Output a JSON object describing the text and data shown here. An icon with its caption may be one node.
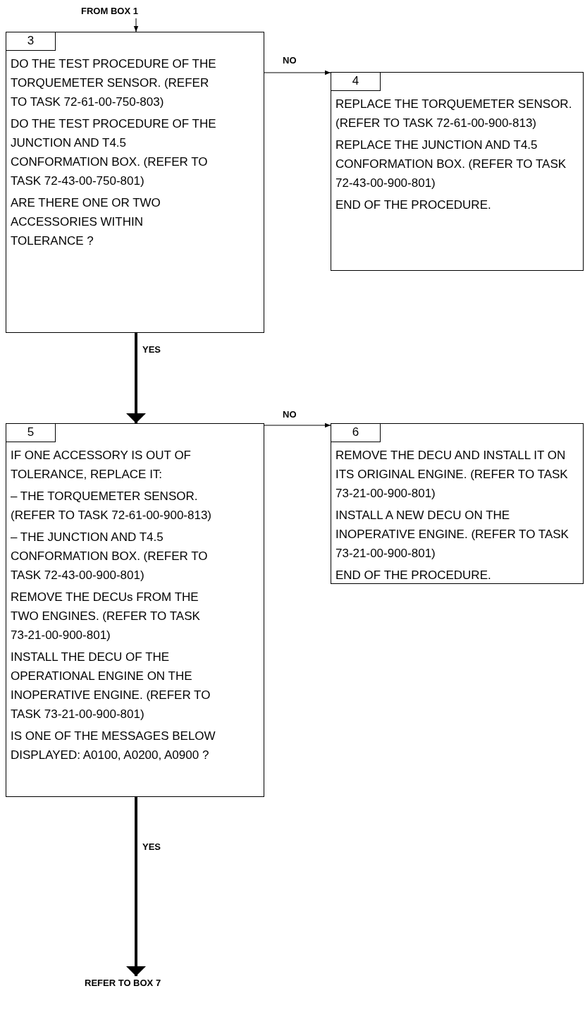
{
  "diagram": {
    "nodes": [
      {
        "text": [
          "FROM BOX 1"
        ]
      },
      {
        "text": [
          "3",
          "DO THE TEST PROCEDURE OF THE TORQUEMETER SENSOR. (REFER TO TASK 72-61-00-750-803)",
          "DO THE TEST PROCEDURE OF THE JUNCTION AND T4.5 CONFORMATION BOX. (REFER TO TASK 72-43-00-750-801)",
          "ARE THERE ONE OR TWO ACCESSORIES WITHIN TOLERANCE ?"
        ]
      },
      {
        "text": [
          "4",
          "REPLACE THE TORQUEMETER SENSOR. (REFER TO TASK 72-61-00-900-813)",
          "REPLACE THE JUNCTION AND T4.5 CONFORMATION BOX. (REFER TO TASK 72-43-00-900-801)",
          "END OF THE PROCEDURE."
        ]
      },
      {
        "text": [
          "5",
          "IF ONE ACCESSORY IS OUT OF TOLERANCE, REPLACE IT:",
          "– THE TORQUEMETER SENSOR. (REFER TO TASK 72-61-00-900-813)",
          "– THE JUNCTION AND T4.5 CONFORMATION BOX. (REFER TO TASK 72-43-00-900-801)",
          "REMOVE THE DECUs FROM THE TWO ENGINES. (REFER TO TASK 73-21-00-900-801)",
          "INSTALL THE DECU OF THE OPERATIONAL ENGINE ON THE INOPERATIVE ENGINE. (REFER TO TASK 73-21-00-900-801)",
          "IS ONE OF THE MESSAGES BELOW DISPLAYED: A0100, A0200, A0900 ?"
        ]
      },
      {
        "text": [
          "6",
          "REMOVE THE DECU AND INSTALL IT ON ITS ORIGINAL ENGINE. (REFER TO TASK 73-21-00-900-801)",
          "INSTALL A NEW DECU ON THE INOPERATIVE ENGINE. (REFER TO TASK 73-21-00-900-801)",
          "END OF THE PROCEDURE."
        ]
      },
      {
        "text": [
          "REFER TO BOX 7"
        ]
      }
    ],
    "edges": [
      {
        "from": 0,
        "to": 1,
        "arrow": "to"
      },
      {
        "from": 1,
        "to": 2,
        "arrow": "to",
        "label": "NO"
      },
      {
        "from": 1,
        "to": 3,
        "arrow": "to",
        "label": "YES",
        "style": "thick"
      },
      {
        "from": 3,
        "to": 4,
        "arrow": "to",
        "label": "NO"
      },
      {
        "from": 3,
        "to": 5,
        "arrow": "to",
        "label": "YES",
        "style": "thick"
      }
    ]
  }
}
